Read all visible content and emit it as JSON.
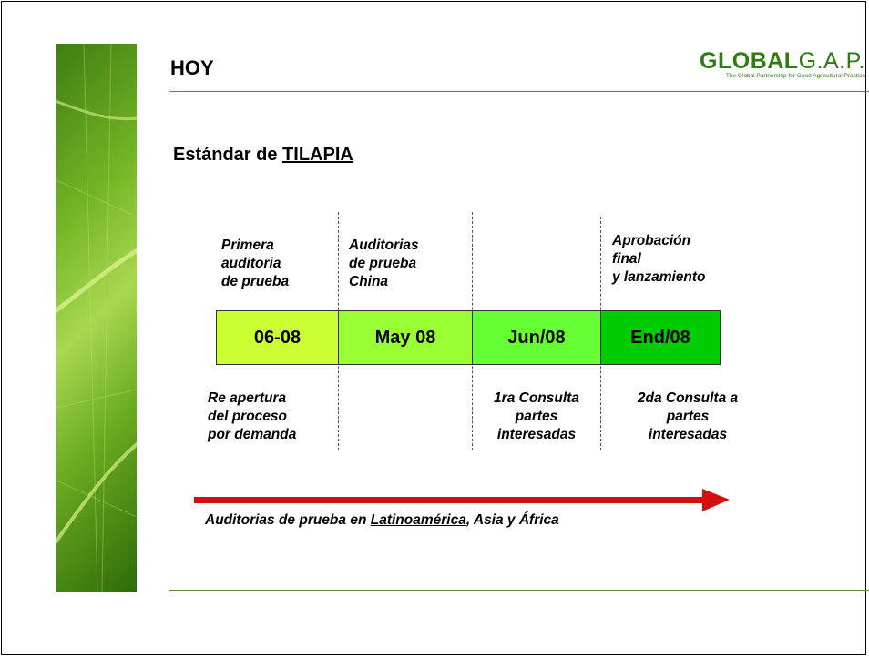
{
  "slide": {
    "title": "HOY",
    "logo": {
      "bold": "GLOBAL",
      "rest": "G.A.P.",
      "tagline": "The Global Partnership for Good Agricultural Practice"
    },
    "subtitle_prefix": "Estándar de ",
    "subtitle_underlined": "TILAPIA"
  },
  "timeline": {
    "top_labels": [
      [
        "Primera",
        "auditoria",
        "de prueba"
      ],
      [
        "Auditorias",
        "de prueba",
        "China"
      ],
      [
        "Aprobación",
        "final",
        "y lanzamiento"
      ]
    ],
    "periods": [
      {
        "label": "06-08",
        "color": "#ccff33"
      },
      {
        "label": "May 08",
        "color": "#99ff33"
      },
      {
        "label": "Jun/08",
        "color": "#66ff33"
      },
      {
        "label": "End/08",
        "color": "#00cc00"
      }
    ],
    "bottom_labels": [
      [
        "Re apertura",
        "del proceso",
        "por demanda"
      ],
      [
        "1ra Consulta",
        "partes",
        "interesadas"
      ],
      [
        "2da Consulta a",
        "partes",
        "interesadas"
      ]
    ]
  },
  "arrow": {
    "text_prefix": "Auditorias de prueba en ",
    "text_underlined": "Latinoamérica",
    "text_suffix": ", Asia y África",
    "color": "#d21010"
  }
}
